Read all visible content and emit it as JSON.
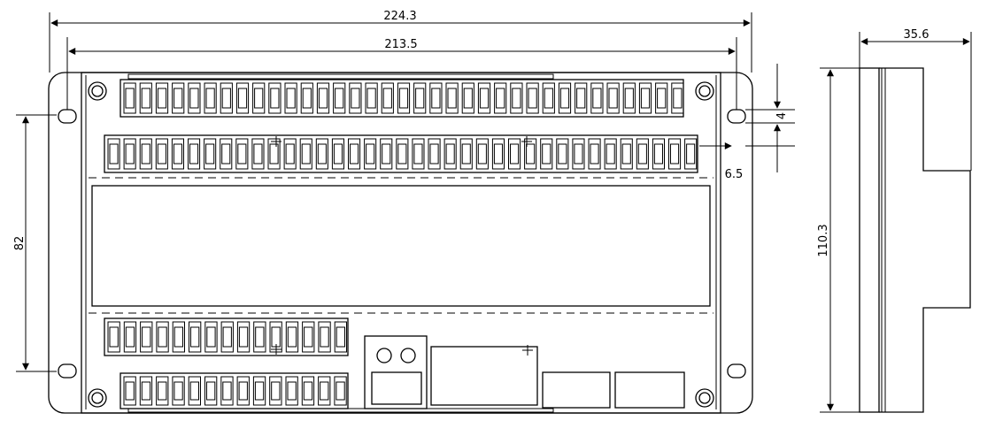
{
  "drawing": {
    "dimensions": {
      "overall_width": "224.3",
      "inner_width": "213.5",
      "mounting_hole_vertical": "82",
      "hole_offset": "4",
      "edge_offset": "6.5",
      "overall_height": "110.3",
      "depth": "35.6"
    },
    "terminal_rows": [
      {
        "row": "top-outer",
        "count": 35
      },
      {
        "row": "top-inner",
        "count": 37
      },
      {
        "row": "bottom-inner",
        "count": 15
      },
      {
        "row": "bottom-outer",
        "count": 14
      }
    ]
  }
}
